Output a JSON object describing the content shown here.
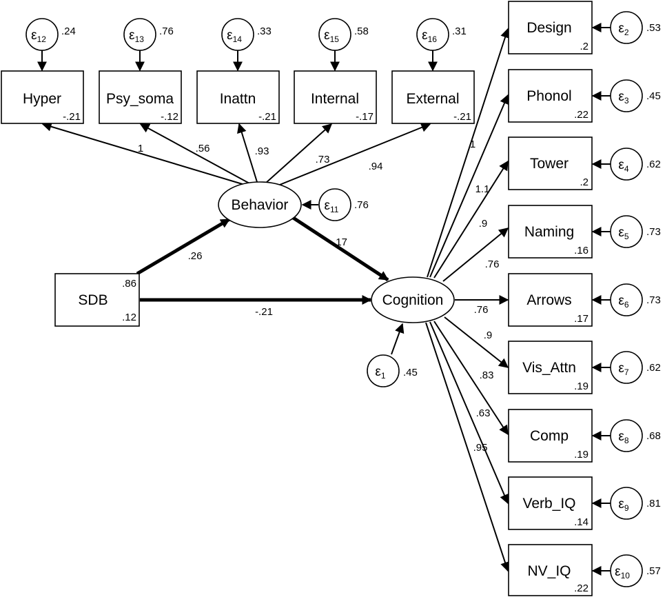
{
  "observed": {
    "hyper": {
      "label": "Hyper",
      "intercept": "-.21"
    },
    "psy_soma": {
      "label": "Psy_soma",
      "intercept": "-.12"
    },
    "inattn": {
      "label": "Inattn",
      "intercept": "-.21"
    },
    "internal": {
      "label": "Internal",
      "intercept": "-.17"
    },
    "external": {
      "label": "External",
      "intercept": "-.21"
    },
    "design": {
      "label": "Design",
      "intercept": ".2"
    },
    "phonol": {
      "label": "Phonol",
      "intercept": ".22"
    },
    "tower": {
      "label": "Tower",
      "intercept": ".2"
    },
    "naming": {
      "label": "Naming",
      "intercept": ".16"
    },
    "arrows": {
      "label": "Arrows",
      "intercept": ".17"
    },
    "vis_attn": {
      "label": "Vis_Attn",
      "intercept": ".19"
    },
    "comp": {
      "label": "Comp",
      "intercept": ".19"
    },
    "verb_iq": {
      "label": "Verb_IQ",
      "intercept": ".14"
    },
    "nv_iq": {
      "label": "NV_IQ",
      "intercept": ".22"
    },
    "sdb": {
      "label": "SDB",
      "variance": ".86",
      "mean": ".12"
    }
  },
  "latent": {
    "behavior": {
      "label": "Behavior"
    },
    "cognition": {
      "label": "Cognition"
    }
  },
  "errors": {
    "e12": {
      "symbol": "ε",
      "sub": "12",
      "variance": ".24"
    },
    "e13": {
      "symbol": "ε",
      "sub": "13",
      "variance": ".76"
    },
    "e14": {
      "symbol": "ε",
      "sub": "14",
      "variance": ".33"
    },
    "e15": {
      "symbol": "ε",
      "sub": "15",
      "variance": ".58"
    },
    "e16": {
      "symbol": "ε",
      "sub": "16",
      "variance": ".31"
    },
    "e11": {
      "symbol": "ε",
      "sub": "11",
      "variance": ".76"
    },
    "e1": {
      "symbol": "ε",
      "sub": "1",
      "variance": ".45"
    },
    "e2": {
      "symbol": "ε",
      "sub": "2",
      "variance": ".53"
    },
    "e3": {
      "symbol": "ε",
      "sub": "3",
      "variance": ".45"
    },
    "e4": {
      "symbol": "ε",
      "sub": "4",
      "variance": ".62"
    },
    "e5": {
      "symbol": "ε",
      "sub": "5",
      "variance": ".73"
    },
    "e6": {
      "symbol": "ε",
      "sub": "6",
      "variance": ".73"
    },
    "e7": {
      "symbol": "ε",
      "sub": "7",
      "variance": ".62"
    },
    "e8": {
      "symbol": "ε",
      "sub": "8",
      "variance": ".68"
    },
    "e9": {
      "symbol": "ε",
      "sub": "9",
      "variance": ".81"
    },
    "e10": {
      "symbol": "ε",
      "sub": "10",
      "variance": ".57"
    }
  },
  "coefficients": {
    "beh_hyper": "1",
    "beh_psy_soma": ".56",
    "beh_inattn": ".93",
    "beh_internal": ".73",
    "beh_external": ".94",
    "sdb_behavior": ".26",
    "behavior_cognition": "-.17",
    "sdb_cognition": "-.21",
    "cog_design": "1",
    "cog_phonol": "1.1",
    "cog_tower": ".9",
    "cog_naming": ".76",
    "cog_arrows": ".76",
    "cog_vis_attn": ".9",
    "cog_comp": ".83",
    "cog_verb_iq": ".63",
    "cog_nv_iq": ".95"
  }
}
